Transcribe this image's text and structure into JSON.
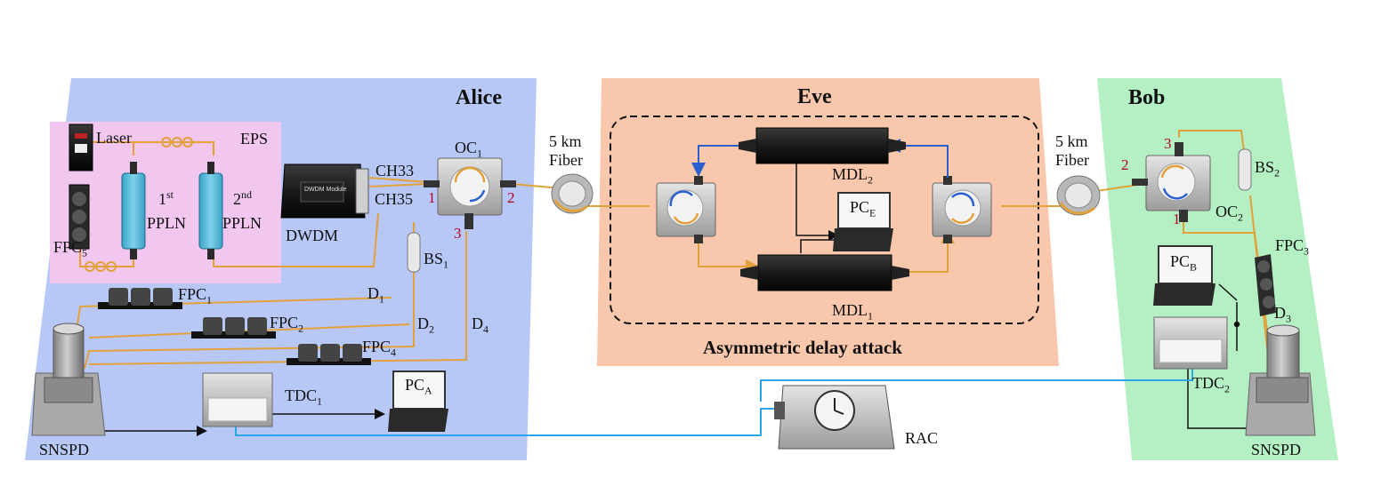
{
  "regions": {
    "alice": "Alice",
    "eve": "Eve",
    "bob": "Bob",
    "eps": "EPS",
    "attack": "Asymmetric delay attack"
  },
  "alice": {
    "laser": "Laser",
    "ppln1_main": "1",
    "ppln1_sup": "st",
    "ppln1_name": "PPLN",
    "ppln2_main": "2",
    "ppln2_sup": "nd",
    "ppln2_name": "PPLN",
    "fpc5_main": "FPC",
    "fpc5_sub": "5",
    "dwdm": "DWDM",
    "dwdm_module": "DWDM Module",
    "ch33": "CH33",
    "ch35": "CH35",
    "oc1_main": "OC",
    "oc1_sub": "1",
    "bs1_main": "BS",
    "bs1_sub": "1",
    "d1_main": "D",
    "d1_sub": "1",
    "d2_main": "D",
    "d2_sub": "2",
    "d4_main": "D",
    "d4_sub": "4",
    "fpc1_main": "FPC",
    "fpc1_sub": "1",
    "fpc2_main": "FPC",
    "fpc2_sub": "2",
    "fpc4_main": "FPC",
    "fpc4_sub": "4",
    "tdc1_main": "TDC",
    "tdc1_sub": "1",
    "pca_main": "PC",
    "pca_sub": "A",
    "snspd": "SNSPD",
    "port1": "1",
    "port2": "2",
    "port3": "3"
  },
  "fiber_left": [
    "5 km",
    "Fiber"
  ],
  "fiber_right": [
    "5 km",
    "Fiber"
  ],
  "eve": {
    "mdl2_main": "MDL",
    "mdl2_sub": "2",
    "mdl1_main": "MDL",
    "mdl1_sub": "1",
    "pce_main": "PC",
    "pce_sub": "E"
  },
  "bob": {
    "oc2_main": "OC",
    "oc2_sub": "2",
    "bs2_main": "BS",
    "bs2_sub": "2",
    "fpc3_main": "FPC",
    "fpc3_sub": "3",
    "d3_main": "D",
    "d3_sub": "3",
    "pcb_main": "PC",
    "pcb_sub": "B",
    "tdc2_main": "TDC",
    "tdc2_sub": "2",
    "snspd": "SNSPD",
    "port1": "1",
    "port2": "2",
    "port3": "3"
  },
  "rac": "RAC",
  "colors": {
    "alice_bg": "#b7c8f7",
    "eve_bg": "#f8c7ac",
    "bob_bg": "#b4f0c4",
    "eps_bg": "#f1c7f0",
    "fiber": "#e3a13a",
    "cable": "#2aa6e8",
    "arrow_blue": "#2a5fd0",
    "port_red": "#b4001e"
  }
}
